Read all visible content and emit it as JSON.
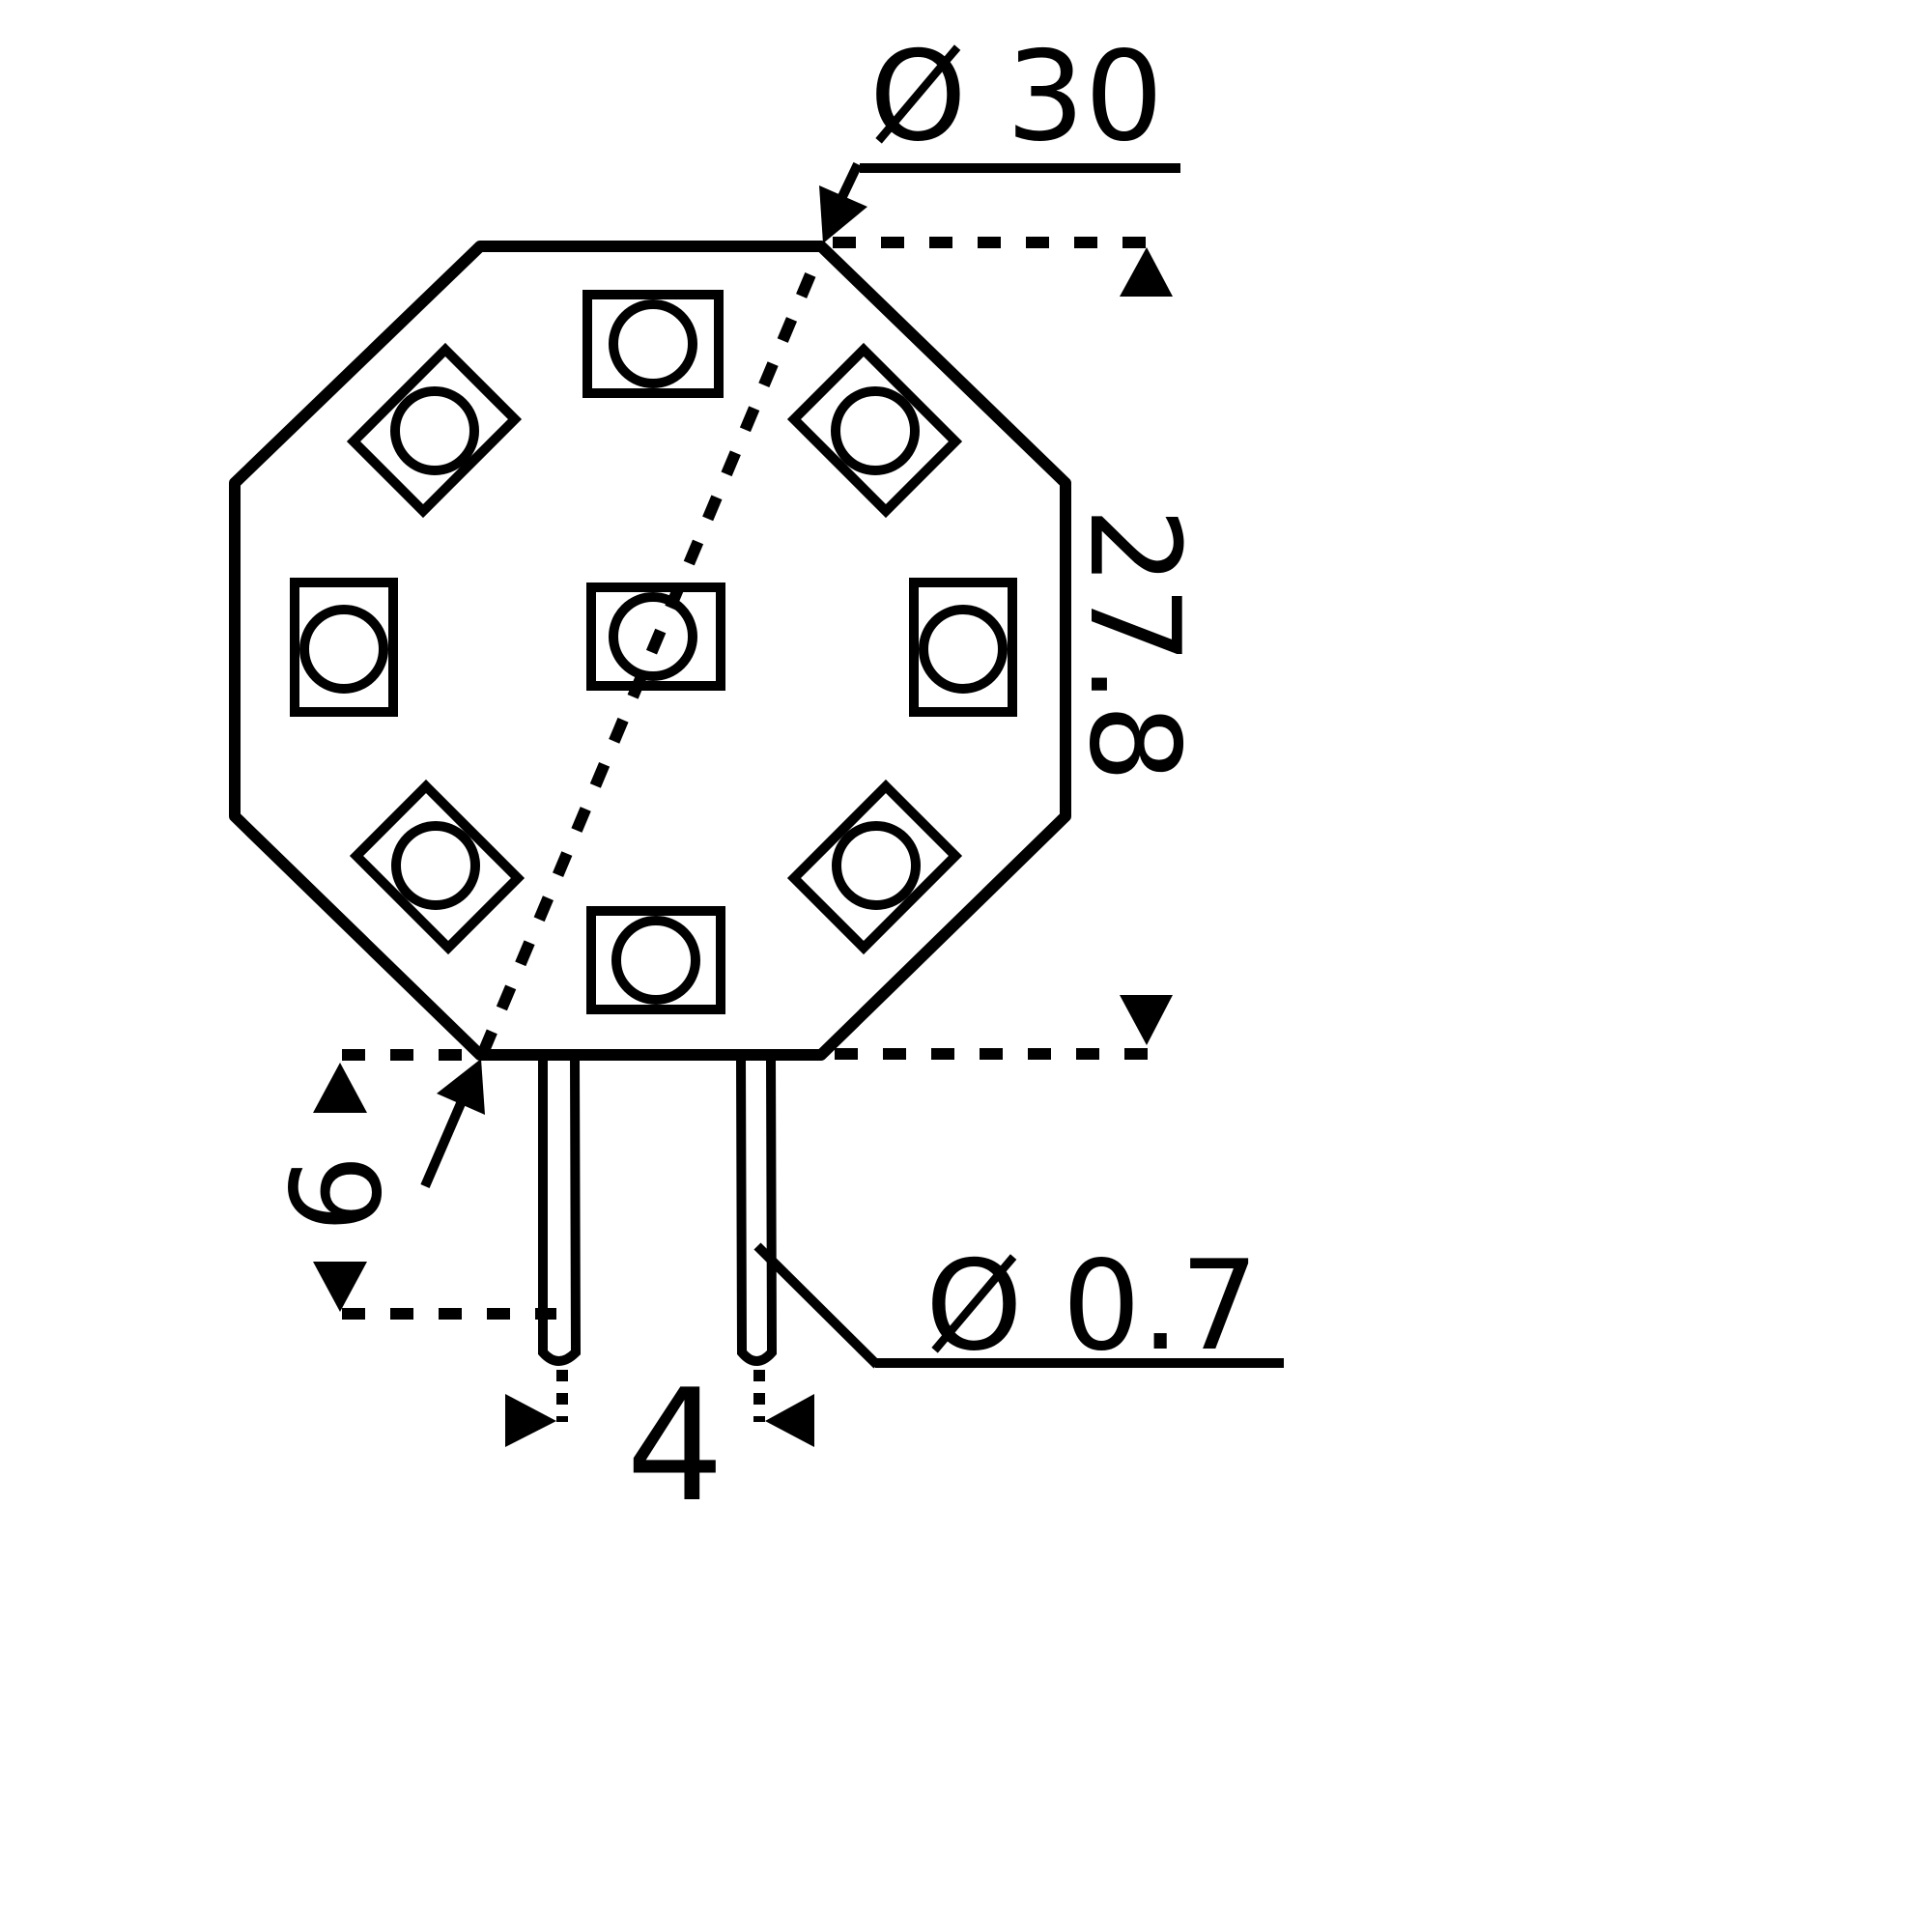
{
  "dimensions": {
    "outer_diameter": "Ø 30",
    "height": "27.8",
    "pin_length": "9",
    "pin_diameter": "Ø 0.7",
    "pin_spacing": "4"
  },
  "colors": {
    "line": "#000000",
    "background": "#ffffff"
  }
}
